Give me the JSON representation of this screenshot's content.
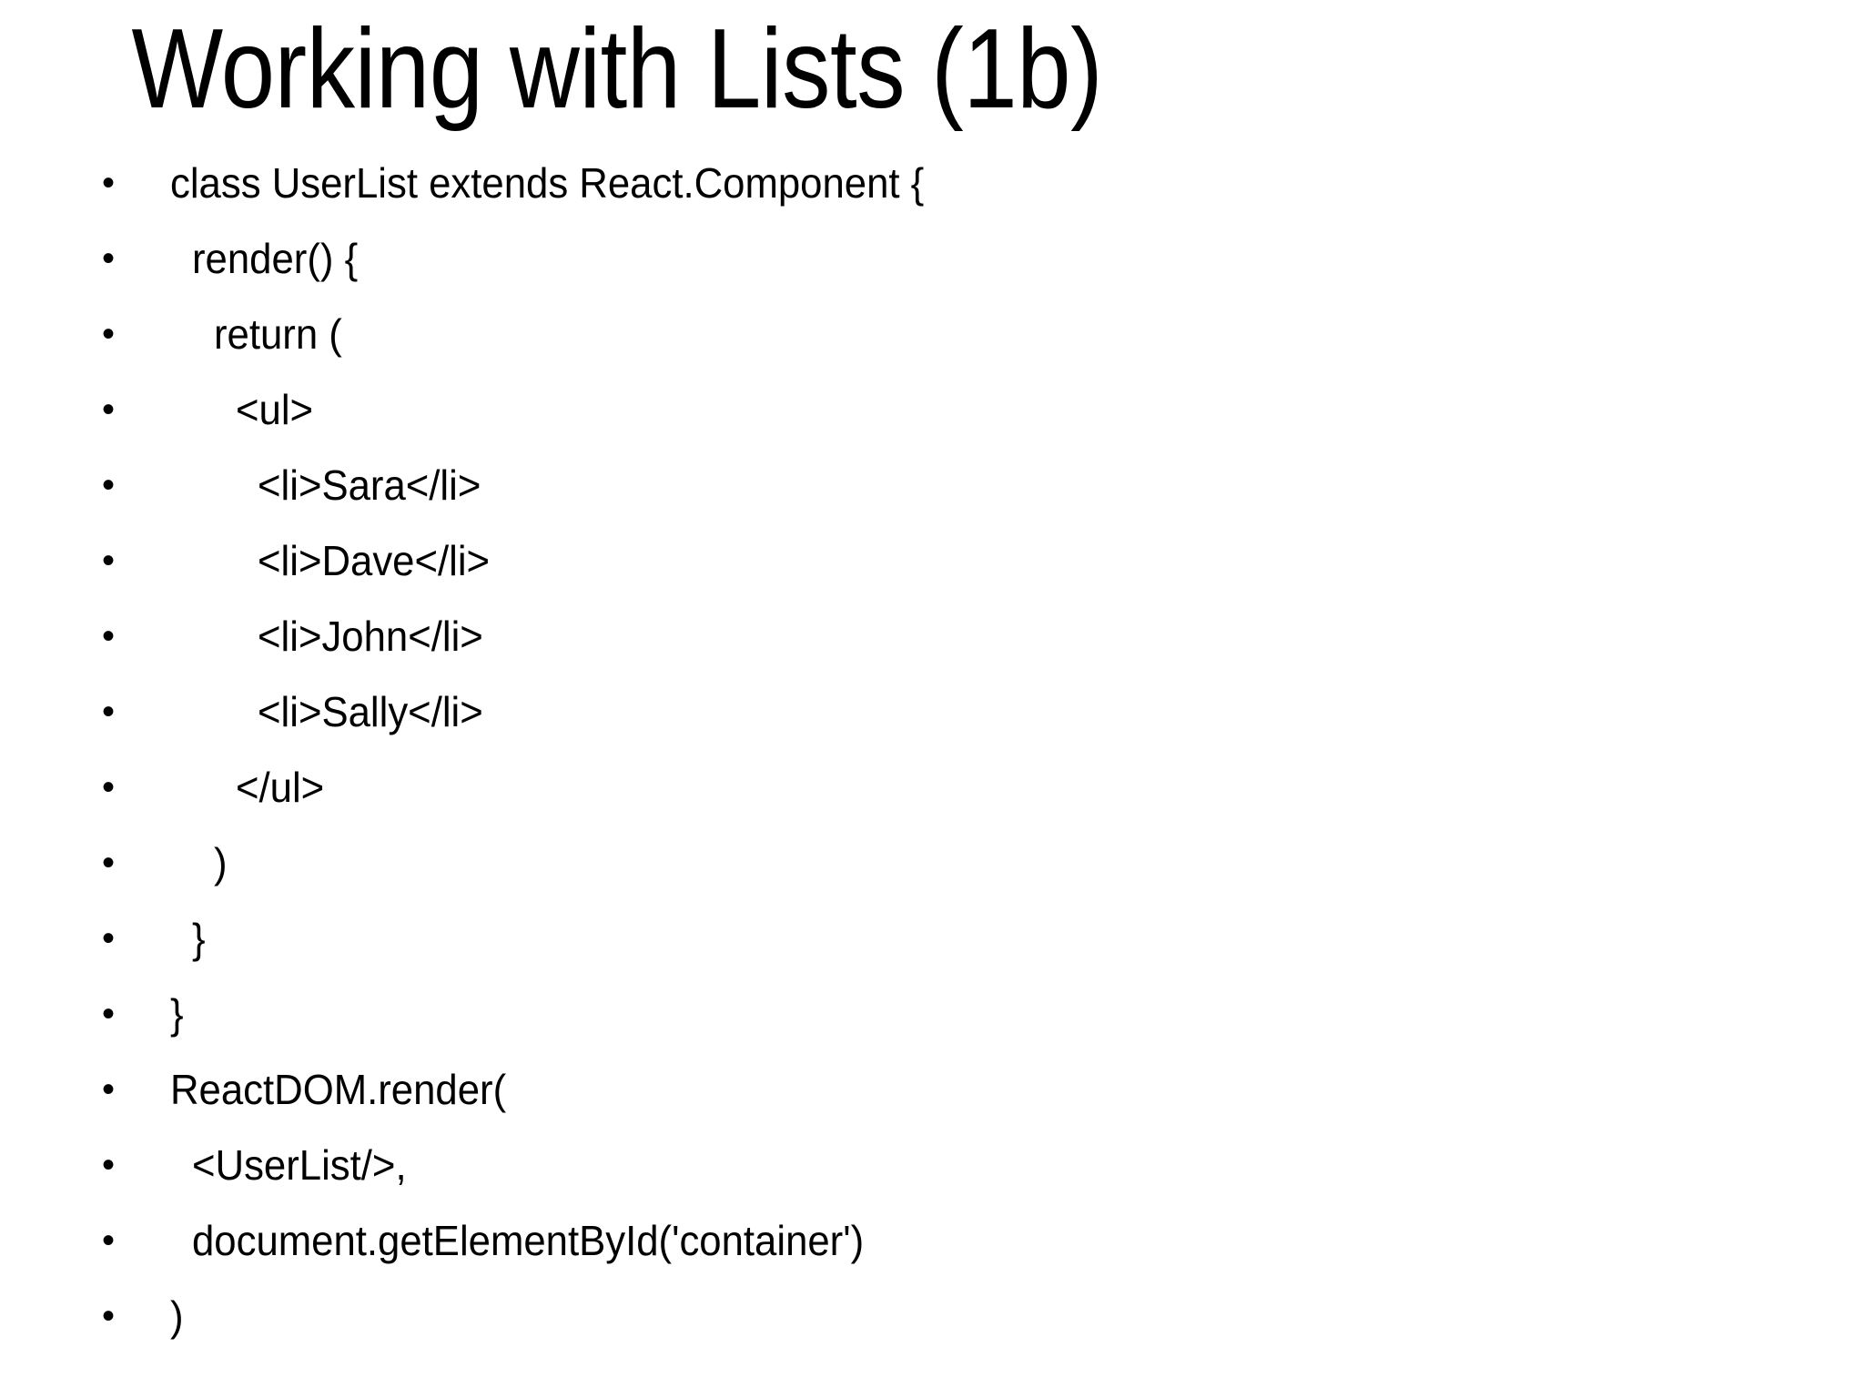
{
  "slide": {
    "title": "Working with Lists (1b)",
    "background_color": "#ffffff",
    "text_color": "#000000",
    "bullet_glyph": "•",
    "lines": [
      {
        "text": "class UserList extends React.Component {",
        "indent": 0
      },
      {
        "text": "render() {",
        "indent": 1
      },
      {
        "text": "return (",
        "indent": 2
      },
      {
        "text": "<ul>",
        "indent": 3
      },
      {
        "text": "<li>Sara</li>",
        "indent": 4
      },
      {
        "text": "<li>Dave</li>",
        "indent": 4
      },
      {
        "text": "<li>John</li>",
        "indent": 4
      },
      {
        "text": "<li>Sally</li>",
        "indent": 4
      },
      {
        "text": "</ul>",
        "indent": 3
      },
      {
        "text": ")",
        "indent": 2
      },
      {
        "text": "}",
        "indent": 1
      },
      {
        "text": "}",
        "indent": 0
      },
      {
        "text": "ReactDOM.render(",
        "indent": 0
      },
      {
        "text": "<UserList/>,",
        "indent": 1
      },
      {
        "text": "document.getElementById('container')",
        "indent": 1
      },
      {
        "text": ")",
        "indent": 0
      }
    ]
  }
}
